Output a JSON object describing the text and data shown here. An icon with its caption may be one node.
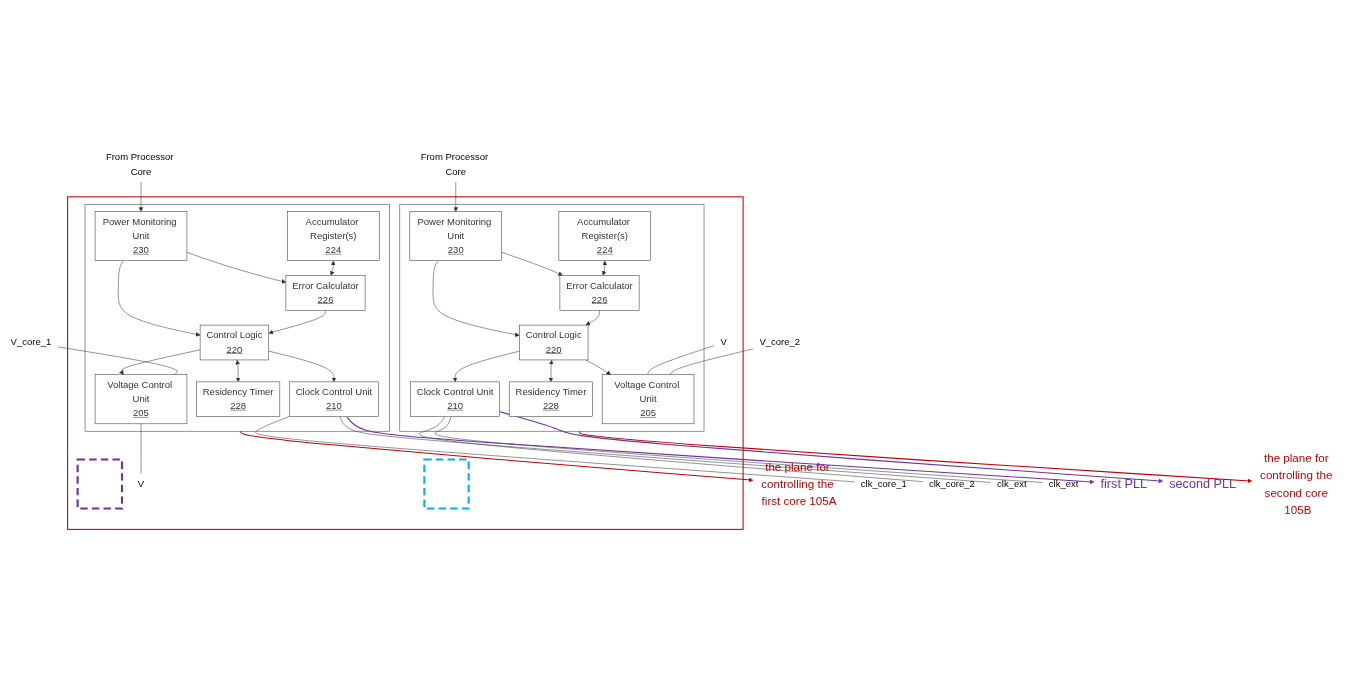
{
  "diagram": {
    "nodes": [
      {
        "text": [
          "V_core_1"
        ]
      },
      {
        "text": [
          "V_core_2"
        ]
      },
      {
        "text": [],
        "shape": "box"
      },
      {
        "text": [],
        "shape": "box",
        "in": 2
      },
      {
        "text": [
          "Accumulator Register(s)",
          "224"
        ],
        "in": 3
      },
      {
        "text": [
          "Voltage Control Unit",
          "205"
        ],
        "in": 3
      },
      {
        "text": [
          "Error Calculator",
          "226"
        ],
        "in": 3
      },
      {
        "text": [
          "Power Monitoring Unit",
          "230"
        ],
        "in": 3
      },
      {
        "text": [
          "Control Logic",
          "220"
        ],
        "in": 3
      },
      {
        "text": [
          "Residency Timer",
          "228"
        ],
        "in": 3
      },
      {
        "text": [
          "Clock Control Unit",
          "210"
        ],
        "in": 3
      },
      {
        "text": [],
        "shape": "box",
        "in": 2
      },
      {
        "text": [
          "V"
        ],
        "in": 2
      },
      {
        "text": [
          "V"
        ],
        "in": 2
      },
      {
        "text": [],
        "shape": "box",
        "in": 2
      },
      {
        "text": [],
        "shape": "box",
        "in": 2
      },
      {
        "text": [
          "Voltage Control Unit",
          "205"
        ],
        "in": 15
      },
      {
        "text": [
          "Accumulator Register(s)",
          "224"
        ],
        "in": 15
      },
      {
        "text": [
          "Error Calculator",
          "226"
        ],
        "in": 15
      },
      {
        "text": [
          "Control Logic",
          "220"
        ],
        "in": 15
      },
      {
        "text": [
          "Power Monitoring Unit",
          "230"
        ],
        "in": 15
      },
      {
        "text": [
          "Residency Timer",
          "228"
        ],
        "in": 15
      },
      {
        "text": [
          "Clock Control Unit",
          "210"
        ],
        "in": 15
      },
      {
        "text": [
          "From Processor Core"
        ]
      },
      {
        "text": [
          "From Processor Core"
        ]
      },
      {
        "text": [
          "clk_core_1"
        ]
      },
      {
        "text": [
          "clk_core_2"
        ]
      },
      {
        "text": [
          "clk_ext"
        ]
      },
      {
        "text": [
          "clk_ext"
        ]
      },
      {
        "text": [
          "first PLL"
        ]
      },
      {
        "text": [
          "second PLL"
        ]
      },
      {
        "text": [
          "the plane for controlling the first core 105A"
        ]
      },
      {
        "text": [
          "the plane for controlling the second core 105B"
        ]
      }
    ],
    "edges": [
      {
        "from": 0,
        "to": 5,
        "arrow": "none"
      },
      {
        "from": 1,
        "to": 16,
        "arrow": "none"
      },
      {
        "from": 4,
        "to": 6,
        "arrow": "both"
      },
      {
        "from": 7,
        "to": 6,
        "arrow": "to"
      },
      {
        "from": 6,
        "to": 8,
        "arrow": "to"
      },
      {
        "from": 23,
        "to": 7,
        "arrow": "to"
      },
      {
        "from": 7,
        "to": 8,
        "arrow": "to"
      },
      {
        "from": 8,
        "to": 5,
        "arrow": "to"
      },
      {
        "from": 8,
        "to": 9,
        "arrow": "both"
      },
      {
        "from": 8,
        "to": 10,
        "arrow": "to"
      },
      {
        "from": 5,
        "to": 12,
        "arrow": "none"
      },
      {
        "from": 13,
        "to": 16,
        "arrow": "none"
      },
      {
        "from": 17,
        "to": 18,
        "arrow": "both"
      },
      {
        "from": 20,
        "to": 18,
        "arrow": "to"
      },
      {
        "from": 18,
        "to": 19,
        "arrow": "to"
      },
      {
        "from": 24,
        "to": 20,
        "arrow": "to"
      },
      {
        "from": 20,
        "to": 19,
        "arrow": "to"
      },
      {
        "from": 19,
        "to": 16,
        "arrow": "to"
      },
      {
        "from": 19,
        "to": 21,
        "arrow": "both"
      },
      {
        "from": 19,
        "to": 22,
        "arrow": "to"
      },
      {
        "from": 10,
        "to": 25,
        "arrow": "none"
      },
      {
        "from": 10,
        "to": 27,
        "arrow": "none"
      },
      {
        "from": 22,
        "to": 28,
        "arrow": "none"
      },
      {
        "from": 22,
        "to": 26,
        "arrow": "none"
      },
      {
        "from": 10,
        "to": 29,
        "arrow": "to",
        "color": "#7030a0"
      },
      {
        "from": 22,
        "to": 30,
        "arrow": "to",
        "color": "#7030a0"
      },
      {
        "from": 3,
        "to": 31,
        "arrow": "to",
        "color": "#c00000"
      },
      {
        "from": 15,
        "to": 32,
        "arrow": "to",
        "color": "#c00000"
      }
    ]
  }
}
